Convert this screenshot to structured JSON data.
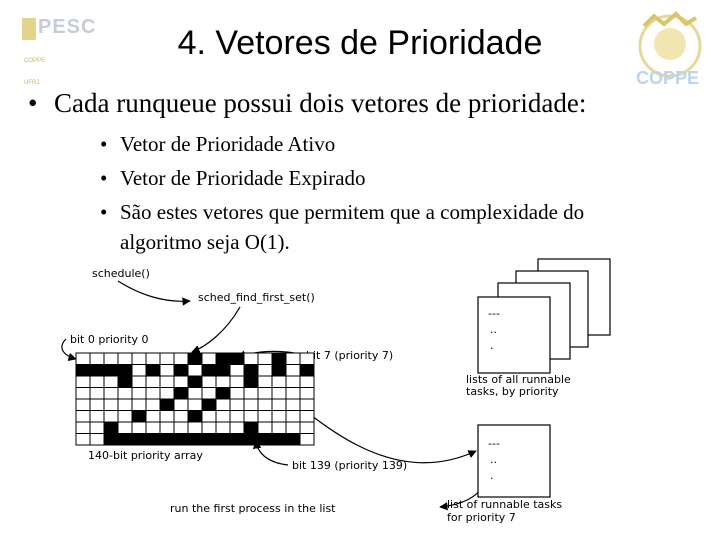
{
  "logo_left": {
    "name": "PESC",
    "line1": "COPPE",
    "line2": "UFRJ"
  },
  "logo_right": {
    "name": "COPPE"
  },
  "title": "4. Vetores de Prioridade",
  "bullet": "Cada runqueue possui dois vetores de prioridade:",
  "sub_bullets": [
    "Vetor de Prioridade Ativo",
    "Vetor de Prioridade Expirado",
    "São estes vetores que permitem que a complexidade do",
    "algoritmo seja O(1)."
  ],
  "diagram": {
    "schedule": "schedule()",
    "sched_find_first_set": "sched_find_first_set()",
    "bit0": "bit 0 priority 0",
    "bit7": "bit 7 (priority 7)",
    "array": "140-bit priority array",
    "bit139": "bit 139 (priority 139)",
    "run_first": "run the first process in the list",
    "lists_all_1": "lists of all runnable",
    "lists_all_2": "tasks, by priority",
    "list_p7_1": "list of runnable tasks",
    "list_p7_2": "for priority 7",
    "dots1": "---",
    "dots2": "..",
    "dots3": "."
  }
}
